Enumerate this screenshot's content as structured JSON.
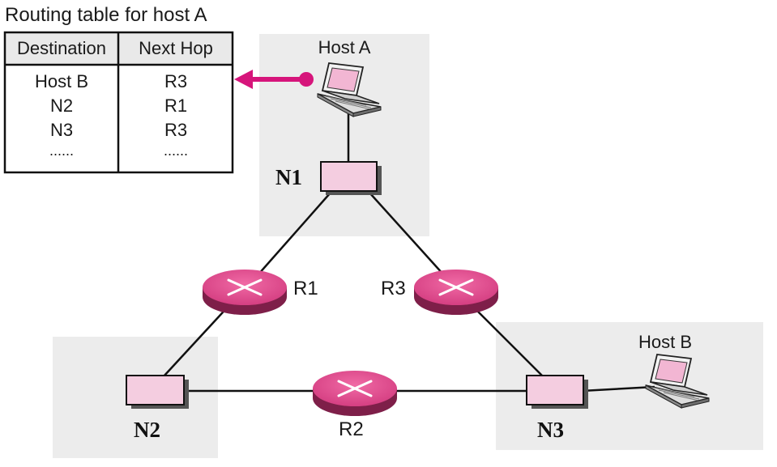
{
  "title": "Routing table for host A",
  "routing_table": {
    "headers": [
      "Destination",
      "Next Hop"
    ],
    "rows": [
      [
        "Host B",
        "R3"
      ],
      [
        "N2",
        "R1"
      ],
      [
        "N3",
        "R3"
      ],
      [
        "......",
        "......"
      ]
    ]
  },
  "hosts": {
    "a": "Host A",
    "b": "Host B"
  },
  "networks": {
    "n1": "N1",
    "n2": "N2",
    "n3": "N3"
  },
  "routers": {
    "r1": "R1",
    "r2": "R2",
    "r3": "R3"
  },
  "colors": {
    "router": "#e0508f",
    "router_dark": "#7e1f49",
    "switch": "#f4cde0",
    "network_bg": "#ececec",
    "arrow": "#d6157b",
    "header_bg": "#e9e9e9"
  }
}
